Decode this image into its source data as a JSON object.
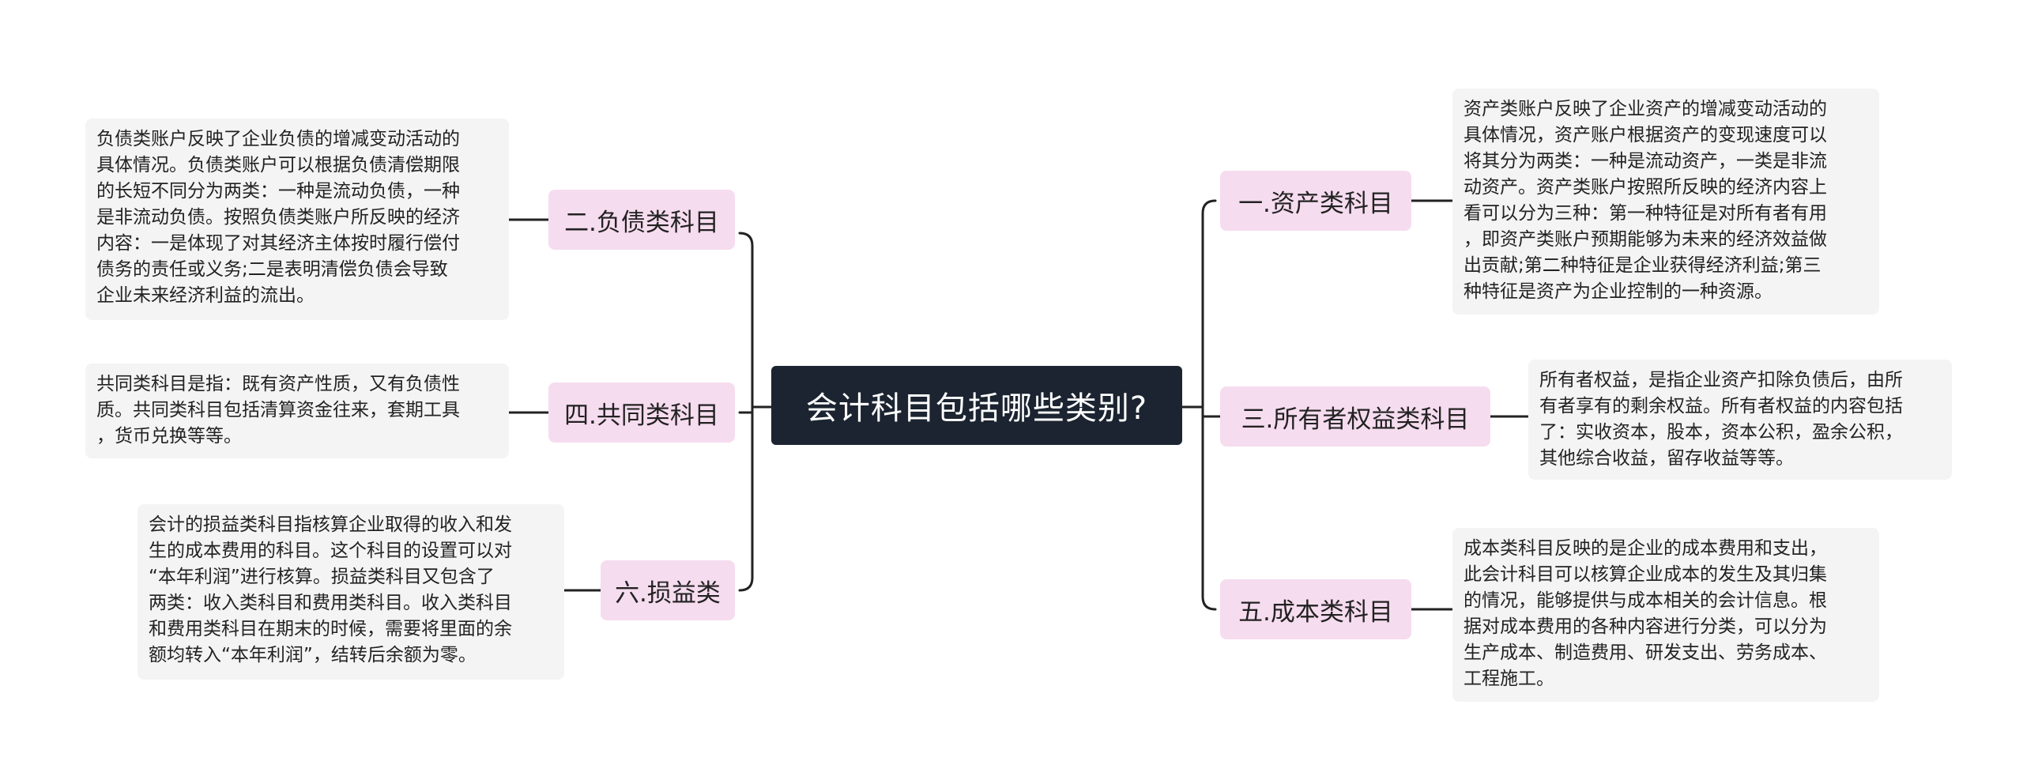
{
  "root": {
    "title": "会计科目包括哪些类别?"
  },
  "branches": {
    "asset": {
      "label": "一.资产类科目",
      "lines": [
        "资产类账户反映了企业资产的增减变动活动的",
        "具体情况，资产账户根据资产的变现速度可以",
        "将其分为两类：一种是流动资产，一类是非流",
        "动资产。资产类账户按照所反映的经济内容上",
        "看可以分为三种：第一种特征是对所有者有用",
        "，即资产类账户预期能够为未来的经济效益做",
        "出贡献;第二种特征是企业获得经济利益;第三",
        "种特征是资产为企业控制的一种资源。"
      ]
    },
    "liability": {
      "label": "二.负债类科目",
      "lines": [
        "负债类账户反映了企业负债的增减变动活动的",
        "具体情况。负债类账户可以根据负债清偿期限",
        "的长短不同分为两类：一种是流动负债，一种",
        "是非流动负债。按照负债类账户所反映的经济",
        "内容：一是体现了对其经济主体按时履行偿付",
        "债务的责任或义务;二是表明清偿负债会导致",
        "企业未来经济利益的流出。"
      ]
    },
    "equity": {
      "label": "三.所有者权益类科目",
      "lines": [
        "所有者权益，是指企业资产扣除负债后，由所",
        "有者享有的剩余权益。所有者权益的内容包括",
        "了：实收资本，股本，资本公积，盈余公积，",
        "其他综合收益，留存收益等等。"
      ]
    },
    "common": {
      "label": "四.共同类科目",
      "lines": [
        "共同类科目是指：既有资产性质，又有负债性",
        "质。共同类科目包括清算资金往来，套期工具",
        "，货币兑换等等。"
      ]
    },
    "cost": {
      "label": "五.成本类科目",
      "lines": [
        "成本类科目反映的是企业的成本费用和支出，",
        "此会计科目可以核算企业成本的发生及其归集",
        "的情况，能够提供与成本相关的会计信息。根",
        "据对成本费用的各种内容进行分类，可以分为",
        "生产成本、制造费用、研发支出、劳务成本、",
        "工程施工。"
      ]
    },
    "profit": {
      "label": "六.损益类",
      "lines": [
        "会计的损益类科目指核算企业取得的收入和发",
        "生的成本费用的科目。这个科目的设置可以对",
        "“本年利润”进行核算。损益类科目又包含了",
        "两类：收入类科目和费用类科目。收入类科目",
        "和费用类科目在期末的时候，需要将里面的余",
        "额均转入“本年利润”，结转后余额为零。"
      ]
    }
  },
  "colors": {
    "root_bg": "#1b2430",
    "category_bg": "#f6dcef",
    "description_bg": "#f4f4f4",
    "connector": "#222222"
  }
}
